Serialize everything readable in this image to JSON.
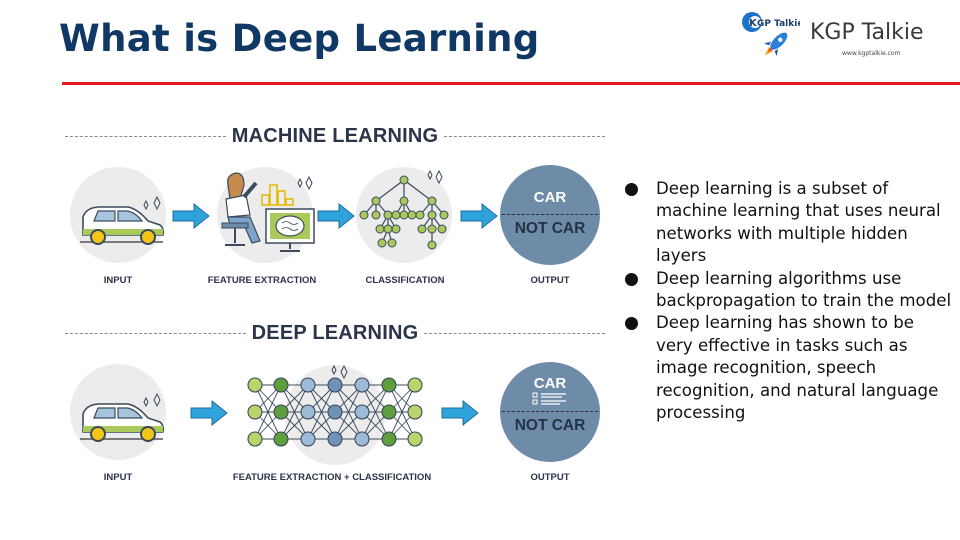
{
  "slide": {
    "title": "What is Deep Learning",
    "accent_color": "#e8191c",
    "title_color": "#0f3864"
  },
  "logo": {
    "badge_text": "KGP Talkie",
    "name": "KGP Talkie",
    "url": "www.kgptalkie.com",
    "icon": "rocket-icon"
  },
  "diagram": {
    "machine_learning": {
      "heading": "MACHINE LEARNING",
      "steps": [
        {
          "label": "INPUT",
          "icon": "car-icon"
        },
        {
          "label": "FEATURE EXTRACTION",
          "icon": "person-analyzing-brain-icon"
        },
        {
          "label": "CLASSIFICATION",
          "icon": "decision-tree-icon"
        },
        {
          "label": "OUTPUT",
          "icon": "output-circle"
        }
      ],
      "output": {
        "positive": "CAR",
        "negative": "NOT CAR"
      }
    },
    "deep_learning": {
      "heading": "DEEP LEARNING",
      "steps": [
        {
          "label": "INPUT",
          "icon": "car-icon"
        },
        {
          "label": "FEATURE EXTRACTION + CLASSIFICATION",
          "icon": "neural-network-icon"
        },
        {
          "label": "OUTPUT",
          "icon": "output-circle"
        }
      ],
      "output": {
        "positive": "CAR",
        "negative": "NOT CAR"
      }
    },
    "colors": {
      "arrow": "#2ea3dc",
      "output_circle": "#6e8ba7",
      "bg_circle": "#ececec",
      "node_light_green": "#b8d46a",
      "node_green": "#5e9e3c",
      "node_light_blue": "#9dbbd6",
      "node_blue": "#6f93b6"
    }
  },
  "bullets": [
    "Deep learning is a subset of machine learning that uses neural networks with multiple hidden layers",
    "Deep learning algorithms use backpropagation to train the model",
    "Deep learning has shown to be very effective in tasks such as image recognition, speech recognition, and natural language processing"
  ]
}
